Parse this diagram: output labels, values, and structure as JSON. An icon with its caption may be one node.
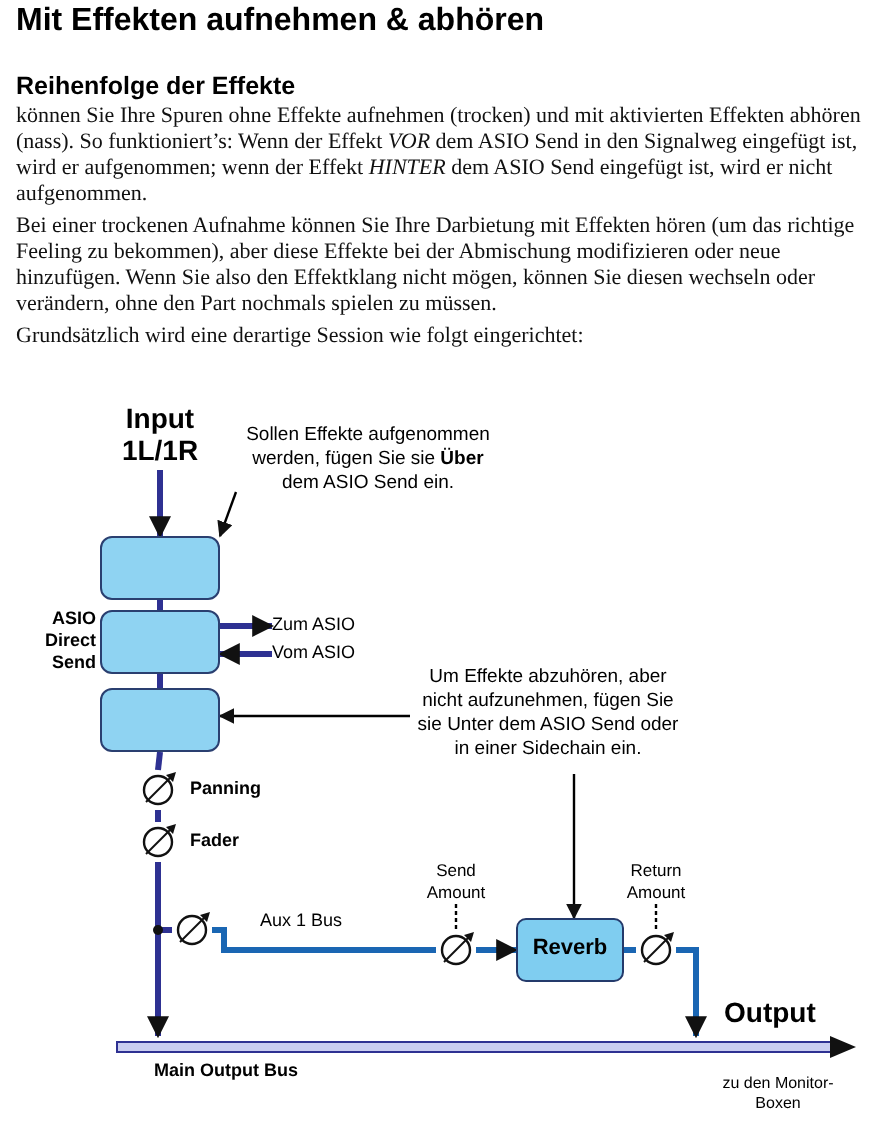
{
  "diagram": {
    "title": "Mit Effekten aufnehmen & abhören",
    "nodes": [
      {
        "text": [
          "Input 1L/1R"
        ]
      },
      {
        "text": [],
        "shape": "box"
      },
      {
        "text": [],
        "shape": "box"
      },
      {
        "text": [],
        "shape": "box"
      },
      {
        "text": [
          "Sollen Effekte aufgenommen werden, fügen Sie sie **Über** dem ASIO Send ein."
        ]
      },
      {
        "text": [
          "Zum ASIO"
        ]
      },
      {
        "text": [
          "Vom ASIO"
        ]
      },
      {
        "text": [
          "Um Effekte abzuhören, aber nicht aufzunehmen, fügen Sie sie Unter dem ASIO Send oder in einer Sidechain ein."
        ]
      },
      {
        "text": [],
        "shape": "circle",
        "beside": [
          "Panning"
        ]
      },
      {
        "text": [],
        "shape": "circle",
        "beside": [
          "Fader"
        ]
      },
      {
        "text": [],
        "shape": "circle"
      },
      {
        "text": [
          "Send Amount"
        ]
      },
      {
        "text": [],
        "shape": "circle"
      },
      {
        "text": [
          "Reverb"
        ]
      },
      {
        "text": [
          "Return Amount"
        ]
      },
      {
        "text": [],
        "shape": "circle"
      },
      {
        "text": [],
        "shape": "bar",
        "beside": [
          "Main Output Bus"
        ]
      }
    ],
    "edges": [
      {
        "from": 0,
        "to": 1,
        "arrow": "to"
      },
      {
        "from": 1,
        "to": 2,
        "arrow": "none"
      },
      {
        "from": 2,
        "to": 5,
        "arrow": "to"
      },
      {
        "from": 6,
        "to": 2,
        "arrow": "to"
      },
      {
        "from": 2,
        "to": 3,
        "arrow": "none"
      },
      {
        "from": 3,
        "to": 8,
        "arrow": "none"
      },
      {
        "from": 8,
        "to": 9,
        "arrow": "none"
      },
      {
        "from": 9,
        "to": 16,
        "arrow": "to"
      },
      {
        "from": 9,
        "to": 10,
        "arrow": "none"
      },
      {
        "from": 10,
        "to": 12,
        "arrow": "none",
        "label": "Aux 1 Bus",
        "color": "#1a66b3"
      },
      {
        "from": 12,
        "to": 13,
        "arrow": "to",
        "color": "#1a66b3"
      },
      {
        "from": 13,
        "to": 15,
        "arrow": "none",
        "color": "#1a66b3"
      },
      {
        "from": 15,
        "to": 16,
        "arrow": "to",
        "color": "#1a66b3"
      },
      {
        "from": 4,
        "to": 1,
        "arrow": "to",
        "color": "#000000"
      },
      {
        "from": 7,
        "to": 3,
        "arrow": "to",
        "color": "#000000"
      },
      {
        "from": 7,
        "to": 13,
        "arrow": "to",
        "color": "#000000"
      },
      {
        "from": 11,
        "to": 12,
        "arrow": "none",
        "style": "dashed",
        "color": "#000000"
      },
      {
        "from": 14,
        "to": 15,
        "arrow": "none",
        "style": "dashed",
        "color": "#000000"
      }
    ],
    "labels": [
      "Reihenfolge der Effekte",
      "können Sie Ihre Spuren ohne Effekte aufnehmen (trocken) und mit aktivierten Effekten abhören (nass). So funktioniert’s: Wenn der Effekt *VOR* dem ASIO Send in den Signalweg eingefügt ist, wird er aufgenommen; wenn der Effekt *HINTER* dem ASIO Send eingefügt ist, wird er nicht aufgenommen.",
      "Bei einer trockenen Aufnahme können Sie Ihre Darbietung mit Effekten hören (um das richtige Feeling zu bekommen), aber diese Effekte bei der Abmischung modifizieren oder neue hinzufügen. Wenn Sie also den Effektklang nicht mögen, können Sie diesen wechseln oder verändern, ohne den Part nochmals spielen zu müssen.",
      "Grundsätzlich wird eine derartige Session wie folgt eingerichtet:",
      "ASIO Direct Send",
      "Output",
      "zu den Monitor-Boxen"
    ]
  }
}
